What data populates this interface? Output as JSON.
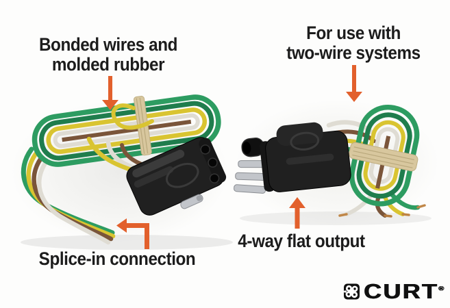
{
  "colors": {
    "arrow": "#e2602c",
    "ink": "#1c1c1c",
    "brand": "#101010",
    "wire-green": "#2d9c61",
    "wire-green-dark": "#1f7d4d",
    "wire-yellow": "#d9c431",
    "wire-brown": "#7a553a",
    "wire-white": "#dfdcd3",
    "tie-tan": "#d8c79e",
    "connector-black": "#202020",
    "pin-metal": "#c2c5ca"
  },
  "annotations": {
    "bonded_wires": {
      "line1": "Bonded wires and",
      "line2": "molded rubber",
      "arrow": "down"
    },
    "two_wire_systems": {
      "line1": "For use with",
      "line2": "two-wire systems",
      "arrow": "down"
    },
    "splice_in": {
      "label": "Splice-in connection",
      "arrow": "left-elbow"
    },
    "four_way_flat": {
      "label": "4-way flat output",
      "arrow": "up"
    }
  },
  "brand": {
    "wordmark": "CURT",
    "trademark": "®"
  },
  "icons": {
    "brand_emblem": "curt-clover-emblem",
    "arrow_style": "solid-orange-callout-arrow"
  }
}
